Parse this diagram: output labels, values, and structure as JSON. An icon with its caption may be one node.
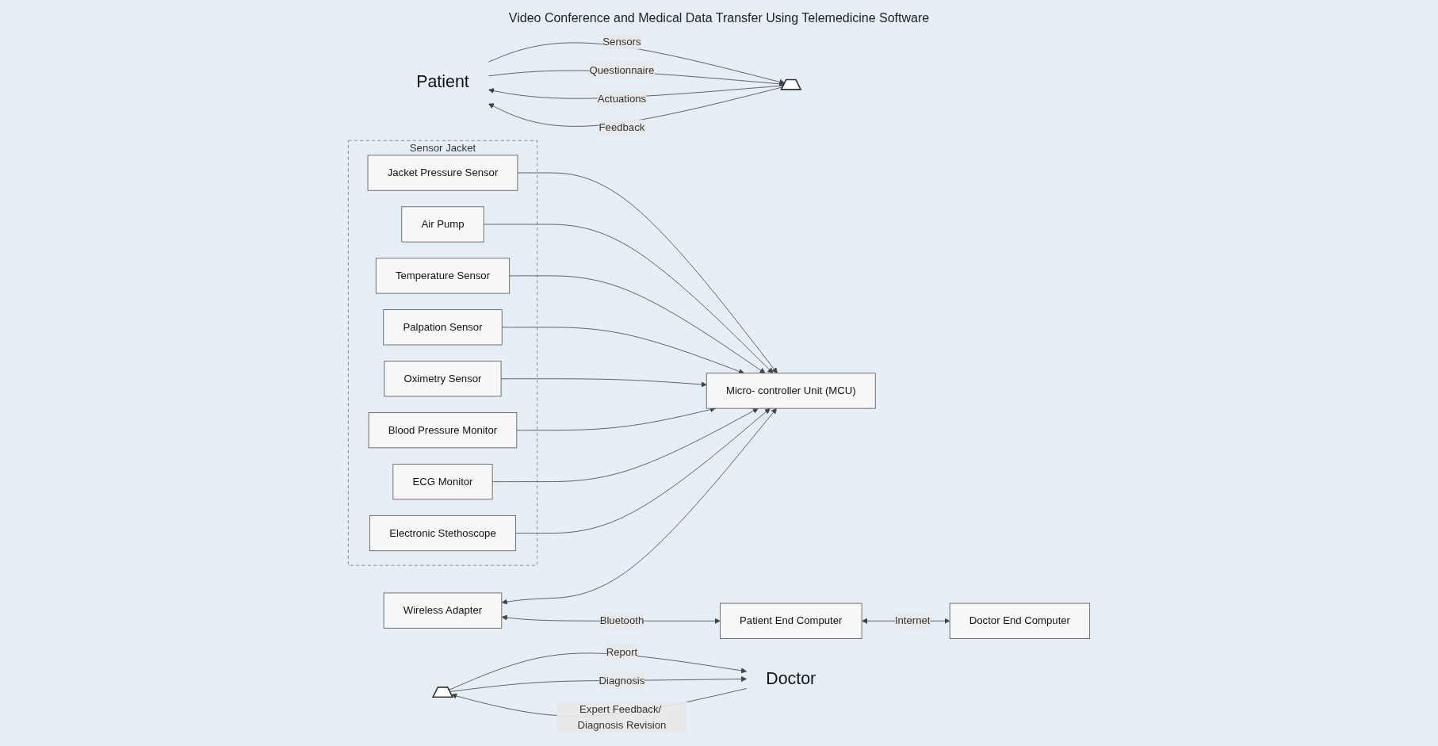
{
  "diagram": {
    "nodes": [
      {
        "text": [
          "Patient"
        ]
      },
      {
        "text": [],
        "shape": "bar"
      },
      {
        "text": [
          "Sensor Jacket"
        ]
      },
      {
        "text": [
          "Jacket Pressure Sensor"
        ],
        "in": 2
      },
      {
        "text": [
          "Air Pump"
        ],
        "in": 2
      },
      {
        "text": [
          "Temperature Sensor"
        ],
        "in": 2
      },
      {
        "text": [
          "Palpation Sensor"
        ],
        "in": 2
      },
      {
        "text": [
          "Oximetry Sensor"
        ],
        "in": 2
      },
      {
        "text": [
          "Blood Pressure Monitor"
        ],
        "in": 2
      },
      {
        "text": [
          "ECG Monitor"
        ],
        "in": 2
      },
      {
        "text": [
          "Electronic Stethoscope"
        ],
        "in": 2
      },
      {
        "text": [
          "Wireless Adapter"
        ]
      },
      {
        "text": [
          "Micro- controller Unit (MCU)"
        ]
      },
      {
        "text": [
          "Patient End Computer"
        ]
      },
      {
        "text": [
          "Doctor End Computer"
        ]
      },
      {
        "text": [],
        "shape": "bar"
      },
      {
        "text": [
          "Doctor"
        ]
      }
    ],
    "edges": [
      {
        "from": 0,
        "to": 1,
        "arrow": "to",
        "label": "Sensors"
      },
      {
        "from": 0,
        "to": 1,
        "arrow": "to",
        "label": "Questionnaire"
      },
      {
        "from": 1,
        "to": 0,
        "arrow": "to",
        "label": "Actuations"
      },
      {
        "from": 1,
        "to": 0,
        "arrow": "to",
        "label": "Feedback"
      },
      {
        "from": 3,
        "to": 12,
        "arrow": "to"
      },
      {
        "from": 4,
        "to": 12,
        "arrow": "to"
      },
      {
        "from": 5,
        "to": 12,
        "arrow": "to"
      },
      {
        "from": 6,
        "to": 12,
        "arrow": "to"
      },
      {
        "from": 7,
        "to": 12,
        "arrow": "to"
      },
      {
        "from": 8,
        "to": 12,
        "arrow": "to"
      },
      {
        "from": 9,
        "to": 12,
        "arrow": "to"
      },
      {
        "from": 10,
        "to": 12,
        "arrow": "to"
      },
      {
        "from": 11,
        "to": 12,
        "arrow": "both"
      },
      {
        "from": 11,
        "to": 13,
        "arrow": "both",
        "label": "Bluetooth"
      },
      {
        "from": 13,
        "to": 14,
        "arrow": "both",
        "label": "Internet"
      },
      {
        "from": 15,
        "to": 16,
        "arrow": "to",
        "label": "Report"
      },
      {
        "from": 15,
        "to": 16,
        "arrow": "to",
        "label": "Diagnosis"
      },
      {
        "from": 16,
        "to": 15,
        "arrow": "to",
        "label": "Expert Feedback/ Diagnosis Revision"
      }
    ],
    "labels": [
      "Video Conference and Medical Data Transfer Using Telemedicine Software"
    ]
  }
}
